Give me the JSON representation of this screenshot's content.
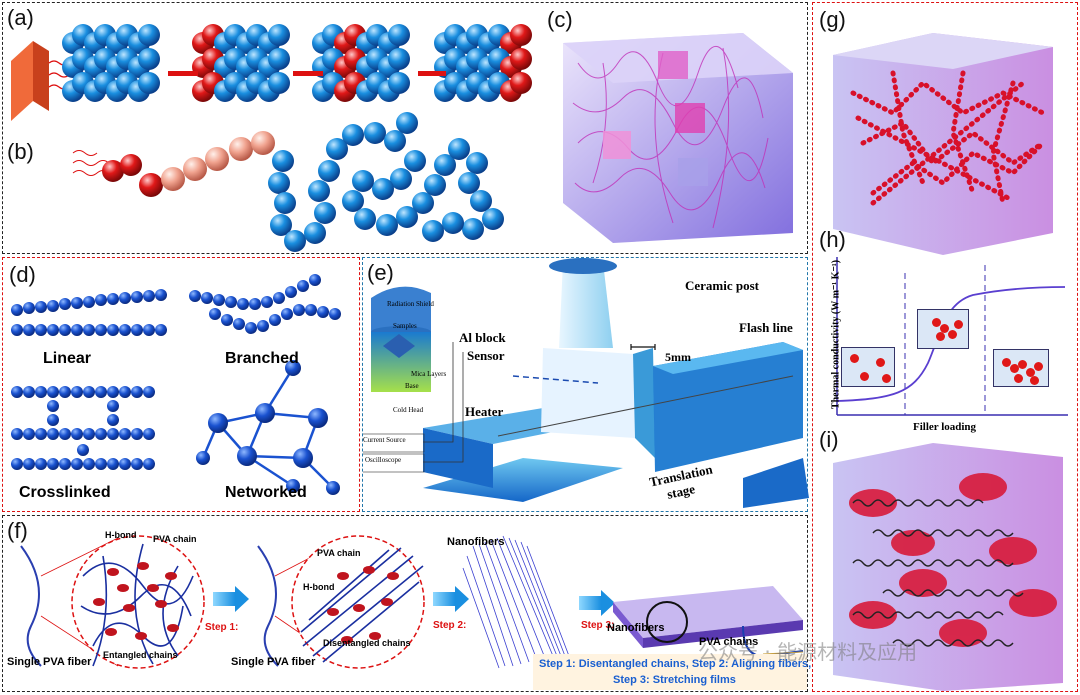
{
  "panels": {
    "a": "(a)",
    "b": "(b)",
    "c": "(c)",
    "d": "(d)",
    "e": "(e)",
    "f": "(f)",
    "g": "(g)",
    "h": "(h)",
    "i": "(i)"
  },
  "d": {
    "linear": "Linear",
    "branched": "Branched",
    "crosslinked": "Crosslinked",
    "networked": "Networked"
  },
  "e": {
    "radiation_shield": "Radiation Shield",
    "samples": "Samples",
    "mica_layers": "Mica Layers",
    "base": "Base",
    "cold_head": "Cold Head",
    "current_source": "Current Source",
    "oscilloscope": "Oscilloscope",
    "ceramic_post": "Ceramic post",
    "al_block": "Al block",
    "sensor": "Sensor",
    "heater": "Heater",
    "gap": "5mm",
    "flash_line": "Flash line",
    "translation": "Translation",
    "stage": "stage"
  },
  "f": {
    "single_fiber_1": "Single PVA fiber",
    "h_bond_1": "H-bond",
    "pva_chain_1": "PVA chain",
    "entangled": "Entangled chains",
    "step1": "Step 1:",
    "single_fiber_2": "Single PVA fiber",
    "pva_chain_2": "PVA chain",
    "h_bond_2": "H-bond",
    "disentangled": "Disentangled chains",
    "step2": "Step 2:",
    "nanofibers_1": "Nanofibers",
    "step3": "Step 3:",
    "nanofibers_2": "Nanofibers",
    "pva_chains": "PVA chains",
    "caption_1": "Step 1: Disentangled chains,  Step 2: Aligning fibers,",
    "caption_2": "Step 3: Stretching films"
  },
  "h": {
    "ylabel": "Thermal conductivity (W m⁻¹ K⁻¹)",
    "xlabel": "Filler loading"
  },
  "watermark": "公众号 · 能源材料及应用",
  "colors": {
    "blue": "#1e63d6",
    "red": "#e01818",
    "purple": "#b07ad8",
    "border_red": "#d11",
    "border_blue": "#27a"
  }
}
